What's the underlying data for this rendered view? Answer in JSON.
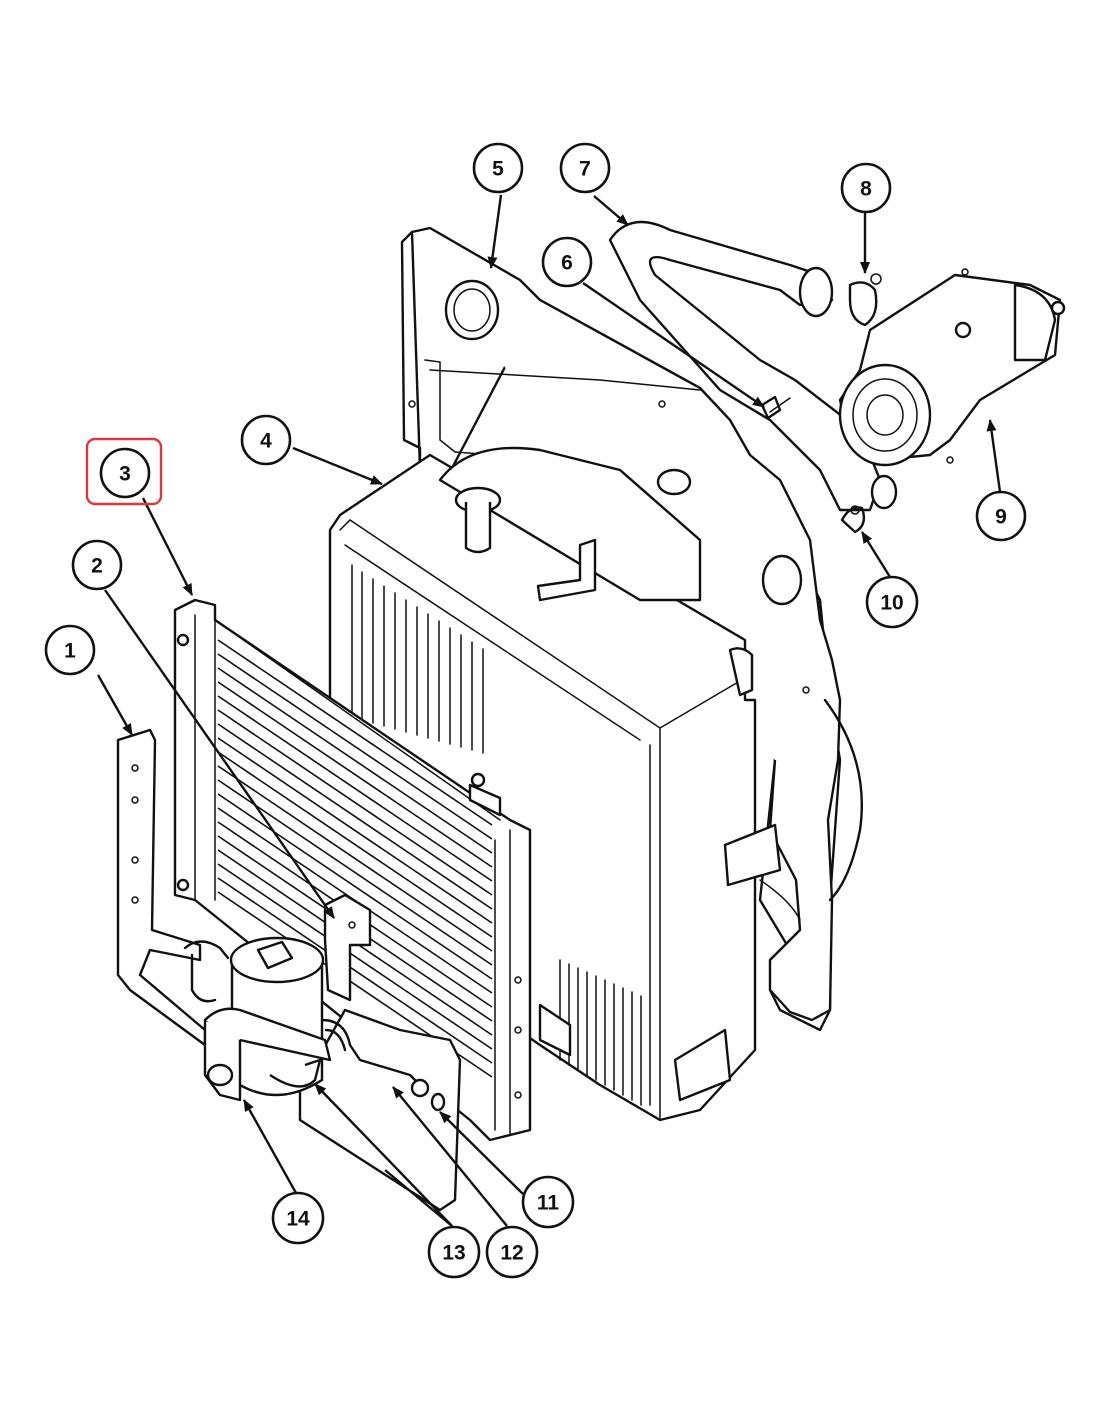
{
  "highlight_color": "#d9383f",
  "line_color": "#111111",
  "highlighted_callout": "3",
  "callouts": [
    {
      "label": "1"
    },
    {
      "label": "2"
    },
    {
      "label": "3"
    },
    {
      "label": "4"
    },
    {
      "label": "5"
    },
    {
      "label": "6"
    },
    {
      "label": "7"
    },
    {
      "label": "8"
    },
    {
      "label": "9"
    },
    {
      "label": "10"
    },
    {
      "label": "11"
    },
    {
      "label": "12"
    },
    {
      "label": "13"
    },
    {
      "label": "14"
    }
  ]
}
